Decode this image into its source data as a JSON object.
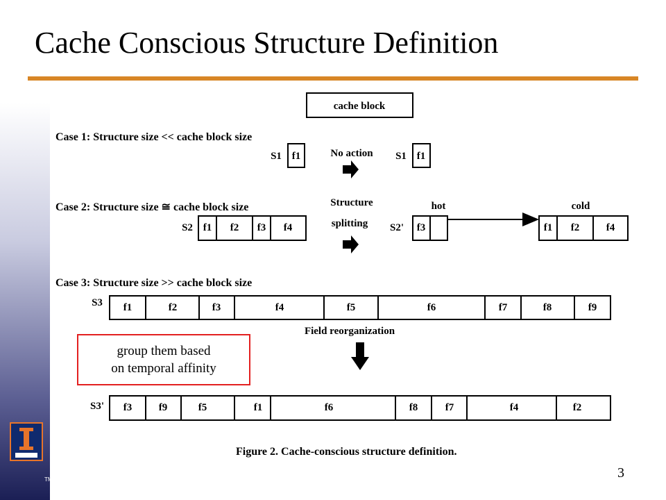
{
  "title": "Cache Conscious Structure Definition",
  "page_number": "3",
  "note": {
    "line1": "group them based",
    "line2": "on temporal affinity"
  },
  "figure": {
    "caption": "Figure 2.  Cache-conscious structure definition.",
    "cache_block_label": "cache block",
    "case1": {
      "heading": "Case 1: Structure size << cache block size",
      "struct_label": "S1",
      "field": "f1",
      "action": "No action",
      "result_label": "S1",
      "result_field": "f1"
    },
    "case2": {
      "heading": "Case 2: Structure size ≅ cache block size",
      "struct_label": "S2",
      "fields": [
        "f1",
        "f2",
        "f3",
        "f4"
      ],
      "action_line1": "Structure",
      "action_line2": "splitting",
      "hot_label": "hot",
      "cold_label": "cold",
      "hot_struct_label": "S2'",
      "hot_fields": [
        "f3",
        ""
      ],
      "cold_fields": [
        "f1",
        "f2",
        "f4"
      ]
    },
    "case3": {
      "heading": "Case 3: Structure size >> cache block size",
      "struct_label": "S3",
      "fields": [
        "f1",
        "f2",
        "f3",
        "f4",
        "f5",
        "f6",
        "f7",
        "f8",
        "f9"
      ],
      "action": "Field reorganization",
      "result_label": "S3'",
      "result_fields": [
        "f3",
        "f9",
        "f5",
        "f1",
        "f6",
        "f8",
        "f7",
        "f4",
        "f2"
      ]
    }
  }
}
